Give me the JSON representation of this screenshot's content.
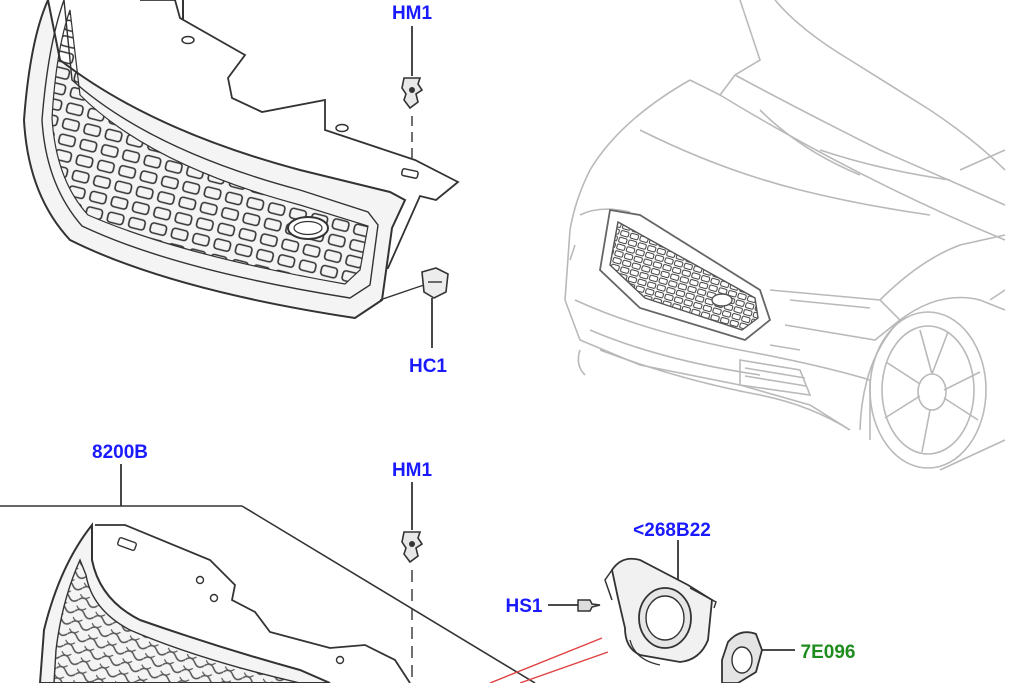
{
  "colors": {
    "callout_blue": "#1a1aff",
    "callout_green": "#1e8c1e",
    "line_dark": "#333333",
    "line_light": "#b9b9b9",
    "highlight_red": "#e04040"
  },
  "callouts": {
    "hm1_top": "HM1",
    "hc1": "HC1",
    "grille_8200b": "8200B",
    "hm1_bottom": "HM1",
    "bracket_268b22": "<268B22",
    "hs1": "HS1",
    "sensor_7e096": "7E096"
  }
}
